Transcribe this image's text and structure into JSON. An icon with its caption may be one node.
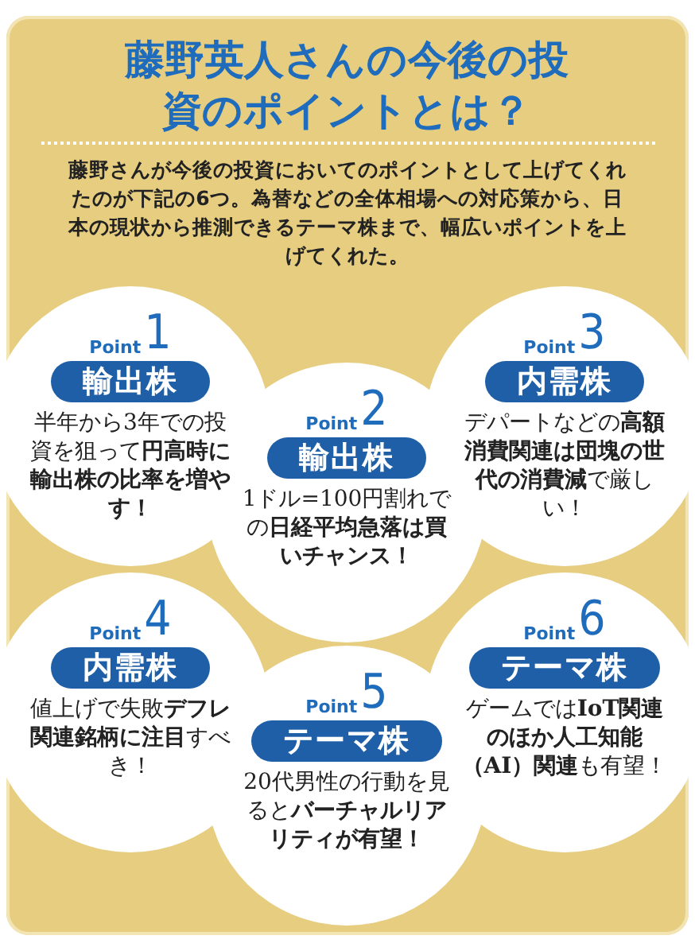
{
  "diagram": {
    "title": "藤野英人さんの今後の投資のポイントとは？",
    "nodes": [
      {
        "text": [
          "Point",
          "1",
          "輸出株",
          "半年から3年での投資を狙って**円高時に輸出株の比率を増やす！**"
        ]
      },
      {
        "text": [
          "Point",
          "2",
          "輸出株",
          "1ドル=100円割れでの**日経平均急落は買いチャンス！**"
        ]
      },
      {
        "text": [
          "Point",
          "3",
          "内需株",
          "デパートなどの**高額消費関連は団塊の世代の消費減**で厳しい！"
        ]
      },
      {
        "text": [
          "Point",
          "4",
          "内需株",
          "値上げで失敗**デフレ関連銘柄に注目**すべき！"
        ]
      },
      {
        "text": [
          "Point",
          "5",
          "テーマ株",
          "20代男性の行動を見ると**バーチャルリアリティが有望！**"
        ]
      },
      {
        "text": [
          "Point",
          "6",
          "テーマ株",
          "ゲームでは**IoT関連のほか人工知能（AI）関連**も有望！"
        ]
      }
    ],
    "labels": [
      "藤野さんが今後の投資においてのポイントとして上げてくれたのが下記の6つ。為替などの全体相場への対応策から、日本の現状から推測できるテーマ株まで、幅広いポイントを上げてくれた。"
    ]
  }
}
